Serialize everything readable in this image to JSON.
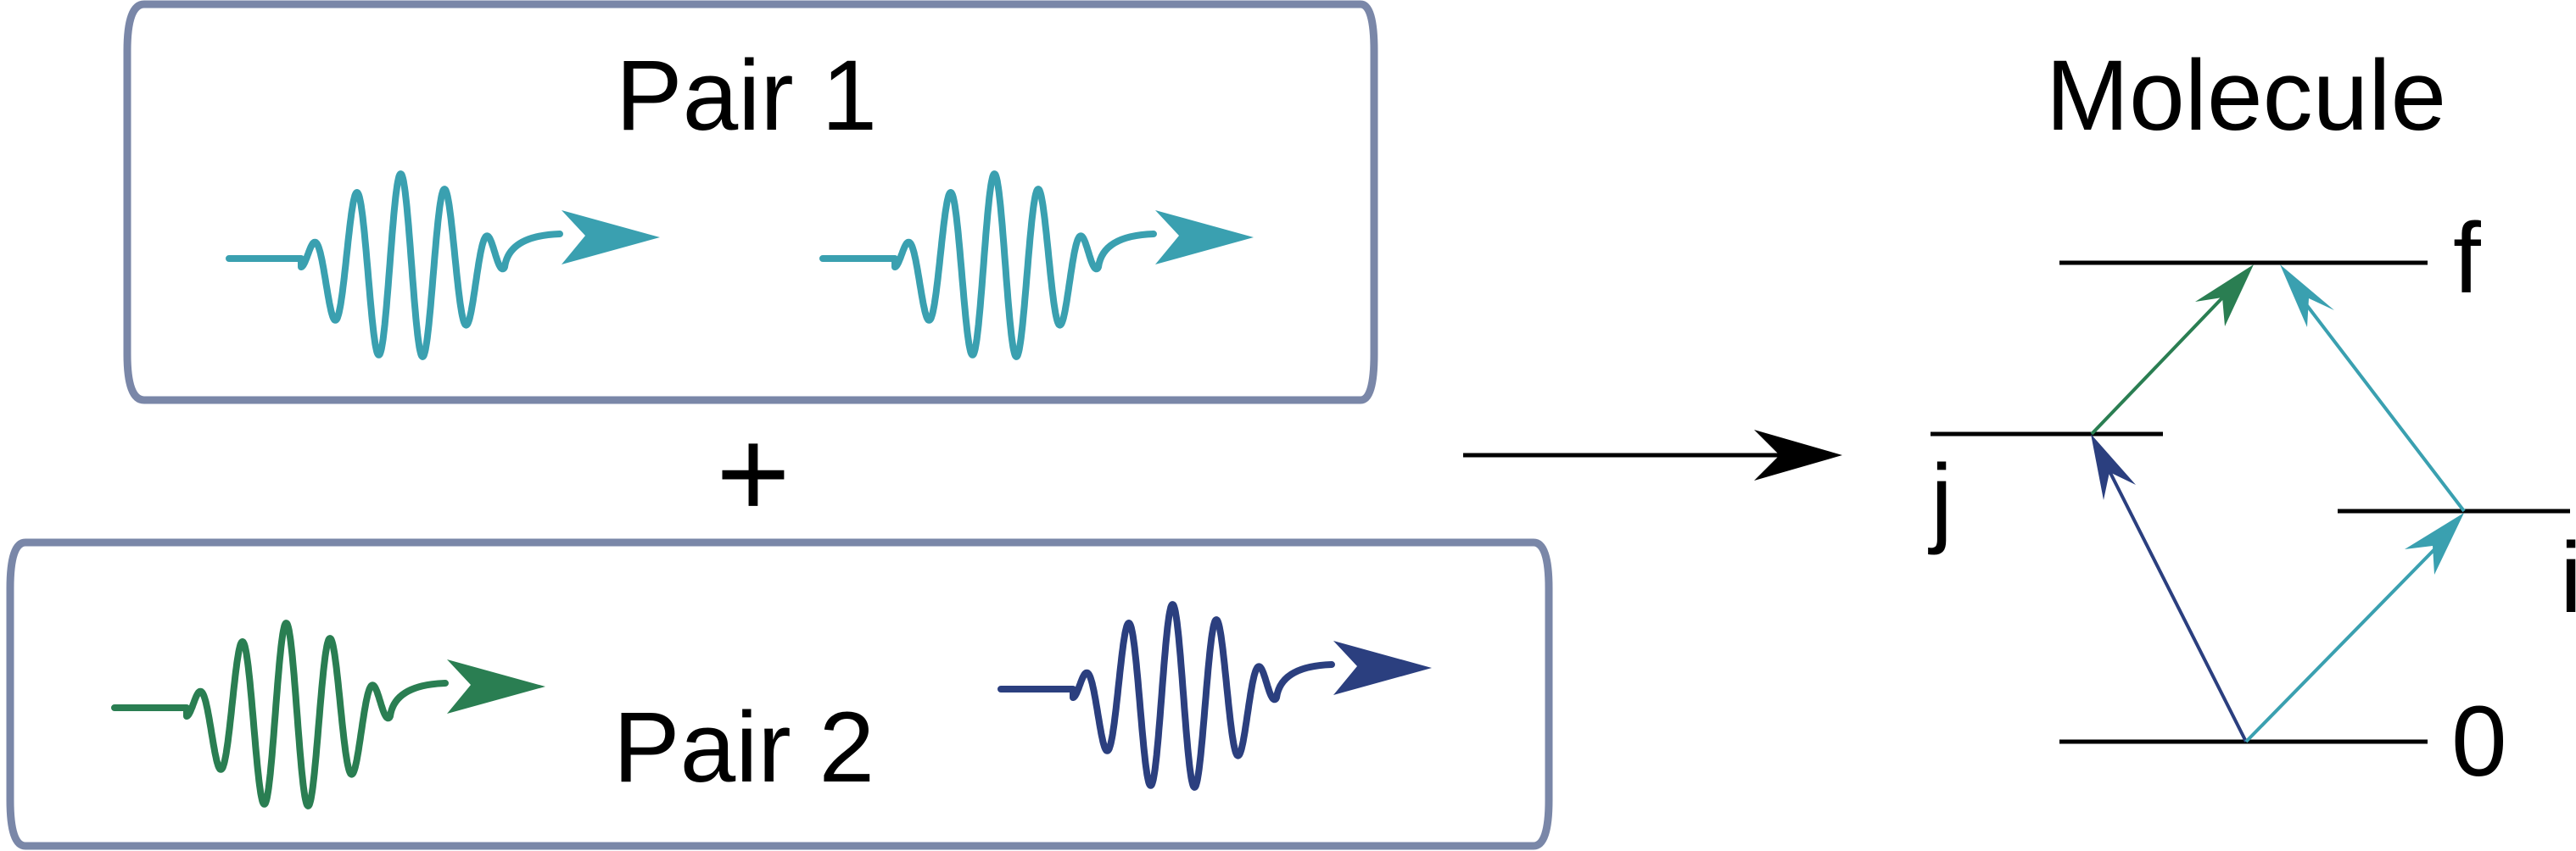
{
  "colors": {
    "frame": "#7a87a8",
    "teal": "#3aa0b0",
    "green": "#2a7e52",
    "navy": "#2b3f7f",
    "black": "#000000"
  },
  "pair1": {
    "label": "Pair 1",
    "pulses": [
      {
        "name": "pair1-pulse-1",
        "color_key": "teal"
      },
      {
        "name": "pair1-pulse-2",
        "color_key": "teal"
      }
    ]
  },
  "plus_sign": "+",
  "pair2": {
    "label": "Pair 2",
    "pulses": [
      {
        "name": "pair2-pulse-green",
        "color_key": "green"
      },
      {
        "name": "pair2-pulse-navy",
        "color_key": "navy"
      }
    ]
  },
  "molecule": {
    "title": "Molecule",
    "levels": [
      {
        "name": "level-f",
        "label": "f"
      },
      {
        "name": "level-j",
        "label": "j"
      },
      {
        "name": "level-i",
        "label": "i"
      },
      {
        "name": "level-0",
        "label": "0"
      }
    ],
    "transitions": [
      {
        "name": "transition-0-to-j",
        "from": "0",
        "to": "j",
        "color_key": "navy"
      },
      {
        "name": "transition-j-to-f",
        "from": "j",
        "to": "f",
        "color_key": "green"
      },
      {
        "name": "transition-0-to-i",
        "from": "0",
        "to": "i",
        "color_key": "teal"
      },
      {
        "name": "transition-i-to-f",
        "from": "i",
        "to": "f",
        "color_key": "teal"
      }
    ]
  }
}
